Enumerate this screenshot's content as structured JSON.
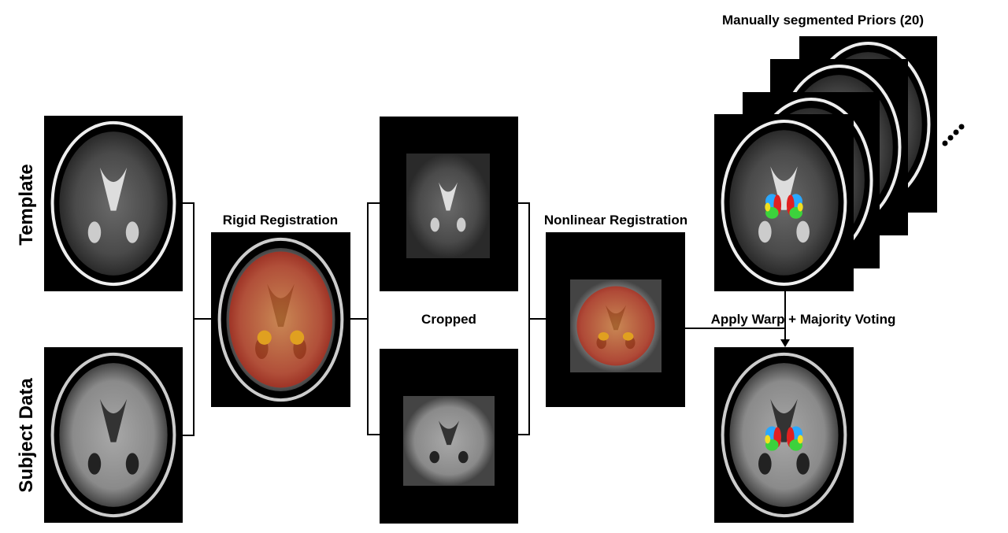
{
  "labels": {
    "template": "Template",
    "subject": "Subject Data",
    "rigid": "Rigid Registration",
    "cropped": "Cropped",
    "nonlinear": "Nonlinear Registration",
    "priors": "Manually segmented Priors (20)",
    "warp": "Apply Warp + Majority Voting"
  },
  "colors": {
    "overlay": "#c8321e",
    "seg_red": "#e02020",
    "seg_blue": "#2aa8ff",
    "seg_green": "#3cd23c",
    "seg_yellow": "#f0e020"
  }
}
